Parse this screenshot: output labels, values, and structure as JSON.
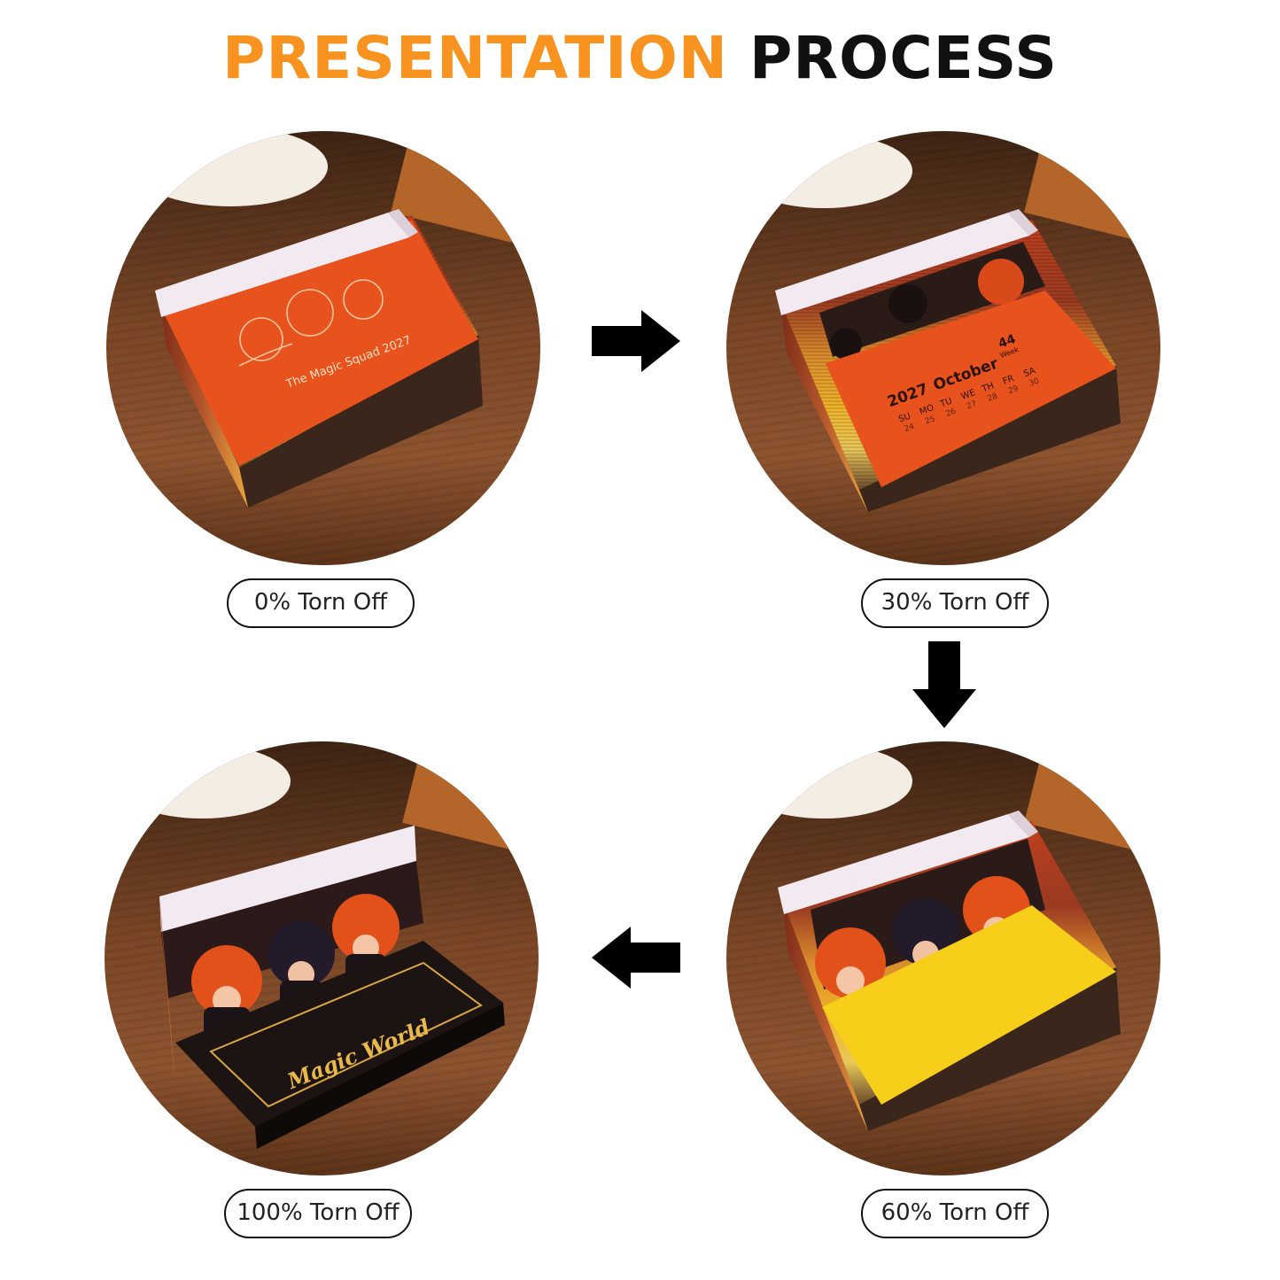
{
  "title": {
    "part1": "PRESENTATION",
    "part2": "PROCESS",
    "color_part1": "#f7931e",
    "color_part2": "#111111"
  },
  "steps": [
    {
      "label": "0% Torn Off",
      "progress_percent": 0,
      "card_text": "The Magic Squad 2027"
    },
    {
      "label": "30% Torn Off",
      "progress_percent": 30,
      "calendar": {
        "year": "2027",
        "month": "October",
        "week": "44",
        "week_label": "Week",
        "days": [
          "SU",
          "MO",
          "TU",
          "WE",
          "TH",
          "FR",
          "SA"
        ],
        "dates": [
          "24",
          "25",
          "26",
          "27",
          "28",
          "29",
          "30"
        ]
      }
    },
    {
      "label": "60% Torn Off",
      "progress_percent": 60
    },
    {
      "label": "100% Torn Off",
      "progress_percent": 100,
      "base_text": "Magic World"
    }
  ],
  "arrows": [
    "arrow-right-icon",
    "arrow-down-icon",
    "arrow-left-icon"
  ],
  "colors": {
    "wood": "#6e3f22",
    "paper_orange": "#e8521c",
    "paper_yellow": "#f7cf1a",
    "arrow": "#000000"
  }
}
